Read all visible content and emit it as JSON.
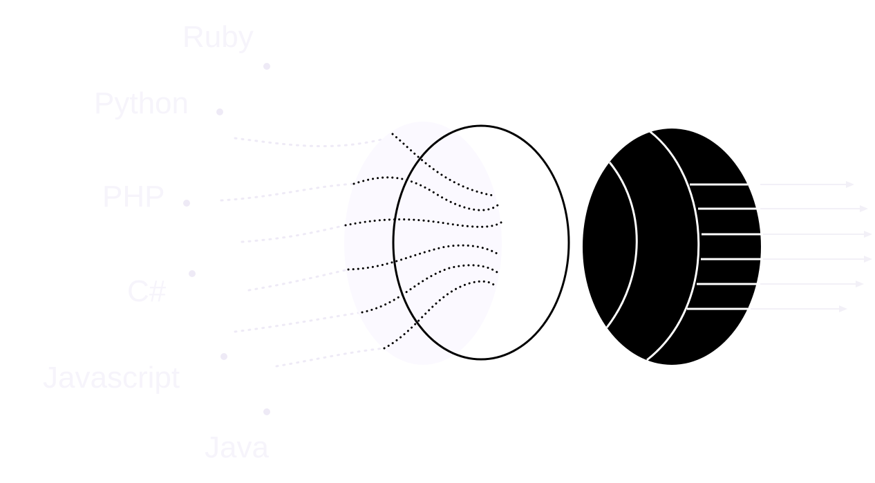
{
  "languages": [
    {
      "label": "Ruby"
    },
    {
      "label": "Python"
    },
    {
      "label": "PHP"
    },
    {
      "label": "C#"
    },
    {
      "label": "Javascript"
    },
    {
      "label": "Java"
    }
  ],
  "colors": {
    "background": "#ffffff",
    "label_text": "#f6f4fb",
    "input_dots": "#eeeaf6",
    "lens_glow": "#fbf9ff",
    "outline": "#000000",
    "solid_fill": "#000000",
    "solid_lines": "#ffffff",
    "output_arrows": "#f2f0f7"
  },
  "icons": {
    "input_lens": "outlined-oval-with-dotted-waves",
    "output_lens": "solid-black-oval-with-white-lines"
  }
}
